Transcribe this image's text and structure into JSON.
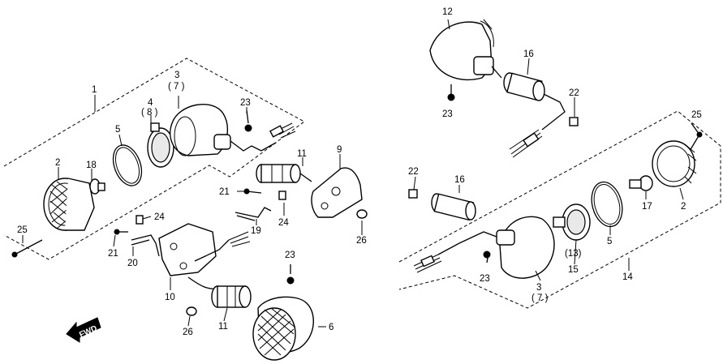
{
  "diagram": {
    "labels": [
      {
        "id": "l1",
        "text": "1"
      },
      {
        "id": "l2a",
        "text": "2"
      },
      {
        "id": "l3a",
        "text": "3"
      },
      {
        "id": "l7a",
        "text": "( 7 )"
      },
      {
        "id": "l4",
        "text": "4"
      },
      {
        "id": "l8",
        "text": "( 8 )"
      },
      {
        "id": "l5a",
        "text": "5"
      },
      {
        "id": "l18",
        "text": "18"
      },
      {
        "id": "l25a",
        "text": "25"
      },
      {
        "id": "l23a",
        "text": "23"
      },
      {
        "id": "l11a",
        "text": "11"
      },
      {
        "id": "l9",
        "text": "9"
      },
      {
        "id": "l21a",
        "text": "21"
      },
      {
        "id": "l24a",
        "text": "24"
      },
      {
        "id": "l19",
        "text": "19"
      },
      {
        "id": "l26a",
        "text": "26"
      },
      {
        "id": "l24b",
        "text": "24"
      },
      {
        "id": "l21b",
        "text": "21"
      },
      {
        "id": "l20",
        "text": "20"
      },
      {
        "id": "l10",
        "text": "10"
      },
      {
        "id": "l23b",
        "text": "23"
      },
      {
        "id": "l11b",
        "text": "11"
      },
      {
        "id": "l26b",
        "text": "26"
      },
      {
        "id": "l6",
        "text": "6"
      },
      {
        "id": "l12",
        "text": "12"
      },
      {
        "id": "l16a",
        "text": "16"
      },
      {
        "id": "l23c",
        "text": "23"
      },
      {
        "id": "l22a",
        "text": "22"
      },
      {
        "id": "l25b",
        "text": "25"
      },
      {
        "id": "l22b",
        "text": "22"
      },
      {
        "id": "l16b",
        "text": "16"
      },
      {
        "id": "l17",
        "text": "17"
      },
      {
        "id": "l2b",
        "text": "2"
      },
      {
        "id": "l5b",
        "text": "5"
      },
      {
        "id": "l13",
        "text": "(13)"
      },
      {
        "id": "l15",
        "text": "15"
      },
      {
        "id": "l23d",
        "text": "23"
      },
      {
        "id": "l3b",
        "text": "3"
      },
      {
        "id": "l7b",
        "text": "( 7 )"
      },
      {
        "id": "l14",
        "text": "14"
      }
    ],
    "fwd_label": "FWD"
  }
}
